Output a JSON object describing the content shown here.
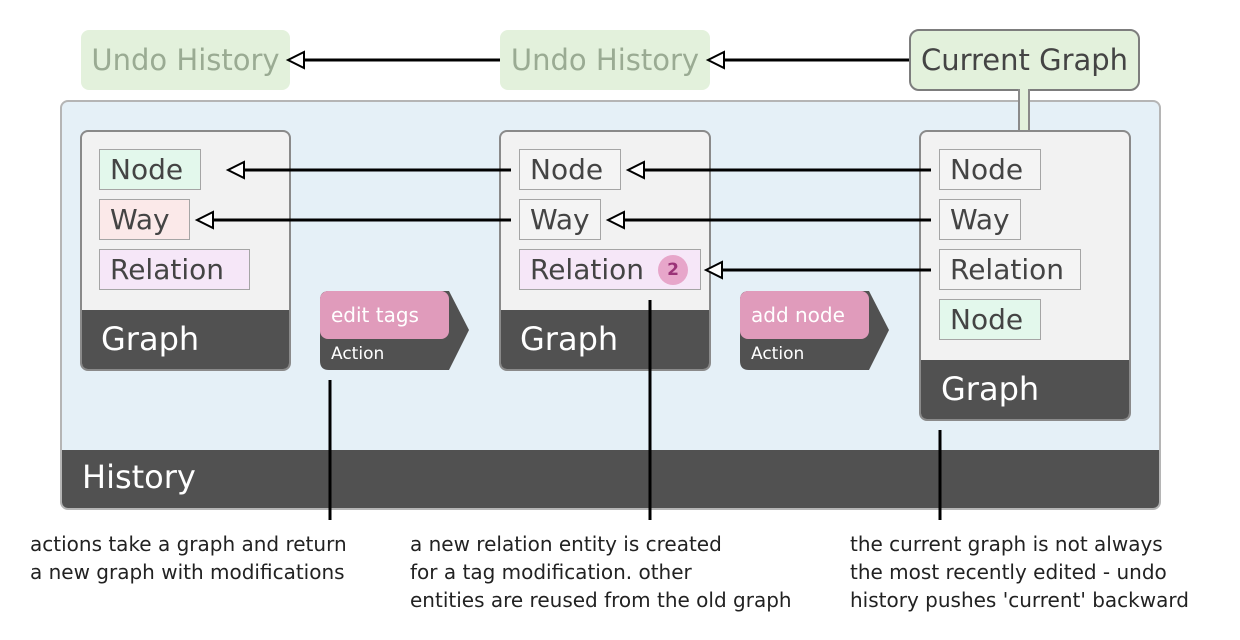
{
  "undo_history": [
    "Undo History",
    "Undo History"
  ],
  "current_graph": "Current Graph",
  "history_label": "History",
  "graph_label": "Graph",
  "action_label": "Action",
  "actions": [
    "edit tags",
    "add node"
  ],
  "graphs": [
    {
      "entities": [
        "Node",
        "Way",
        "Relation"
      ]
    },
    {
      "entities": [
        "Node",
        "Way",
        "Relation"
      ],
      "badge": "2"
    },
    {
      "entities": [
        "Node",
        "Way",
        "Relation",
        "Node"
      ]
    }
  ],
  "captions": [
    "actions take a graph and return\na new graph with modifications",
    "a new relation entity is created\nfor a tag modification. other\nentities are reused from the old graph",
    "the current graph is not always\nthe most recently edited - undo\nhistory pushes 'current' backward"
  ],
  "colors": {
    "node_fill": "#e3f8ec",
    "way_fill": "#fbe9e9",
    "relation_fill": "#f6e7f8",
    "action_fill": "#e09bbb",
    "history_fill": "#e5f0f7",
    "bar_fill": "#515151",
    "undo_fill": "#e3f1dc"
  }
}
